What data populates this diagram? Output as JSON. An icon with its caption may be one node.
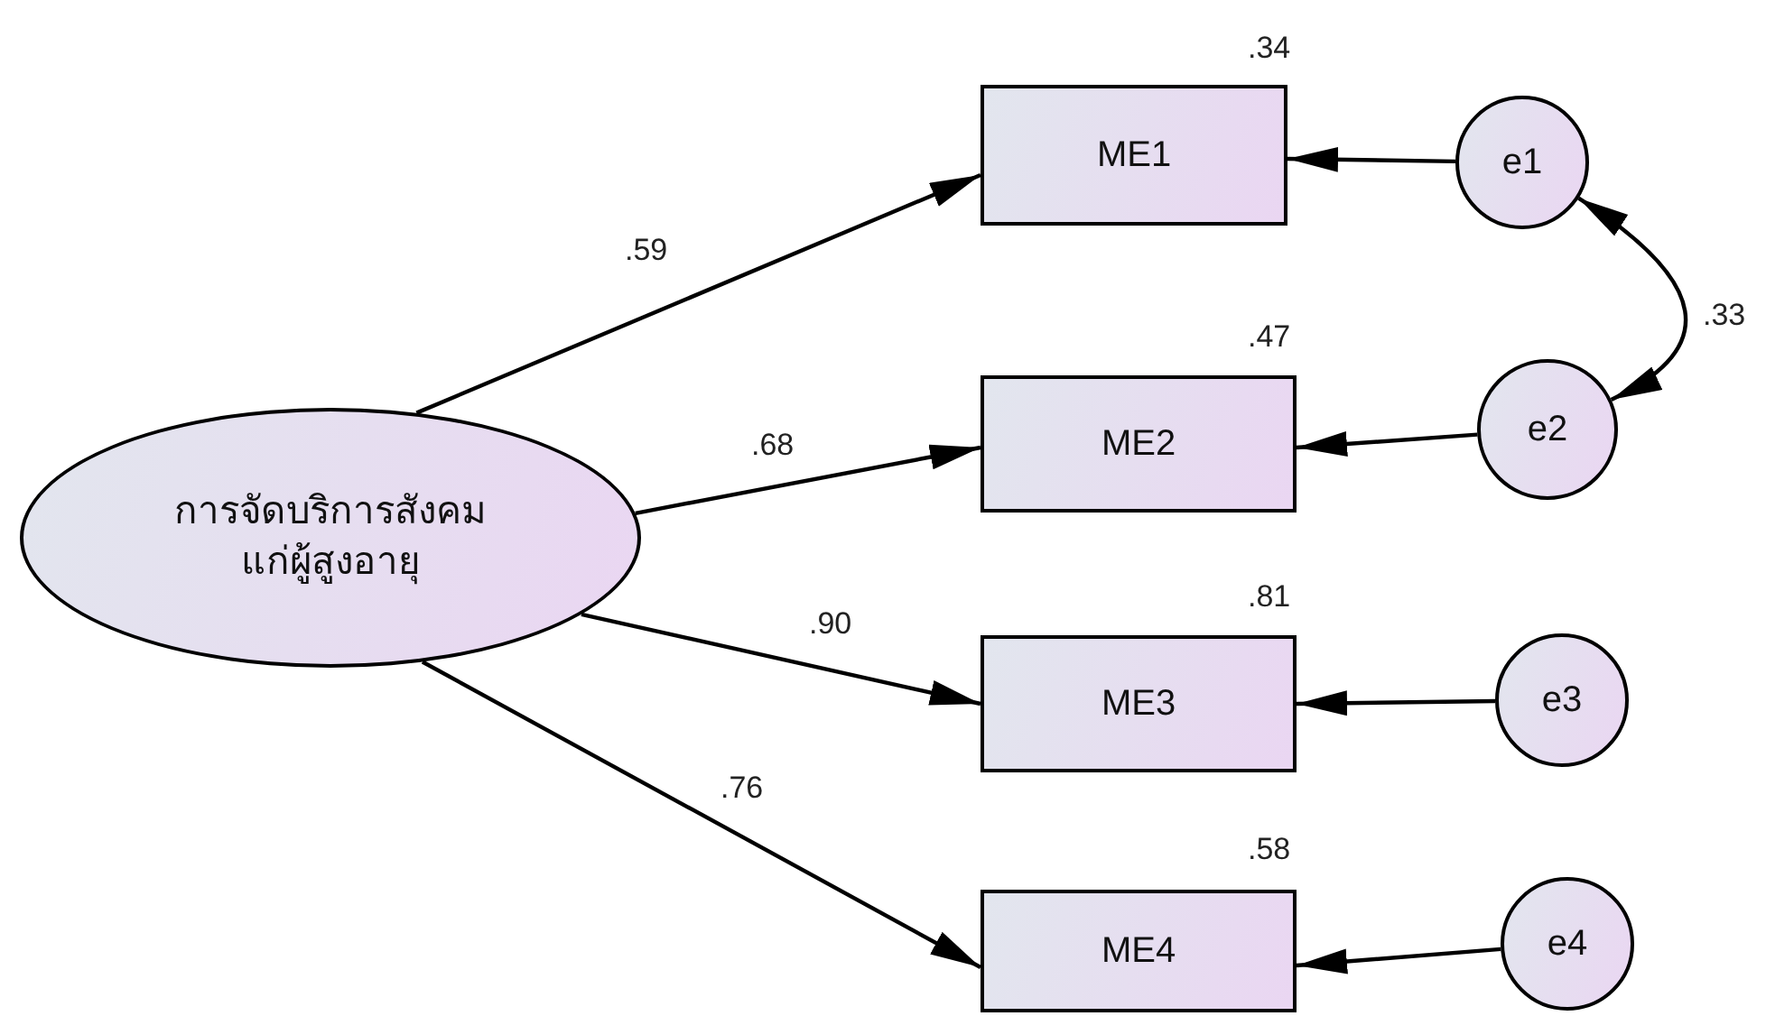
{
  "diagram": {
    "nodes": [
      {
        "text": [
          "การจัดบริการสังคม แก่ผู้สูงอายุ"
        ]
      },
      {
        "text": [
          "ME1"
        ],
        "beside": [
          ".34"
        ]
      },
      {
        "text": [
          "ME2"
        ],
        "beside": [
          ".47"
        ]
      },
      {
        "text": [
          "ME3"
        ],
        "beside": [
          ".81"
        ]
      },
      {
        "text": [
          "ME4"
        ],
        "beside": [
          ".58"
        ]
      },
      {
        "text": [
          "e1"
        ]
      },
      {
        "text": [
          "e2"
        ]
      },
      {
        "text": [
          "e3"
        ]
      },
      {
        "text": [
          "e4"
        ]
      }
    ],
    "edges": [
      {
        "from": 0,
        "to": 1,
        "arrow": "to",
        "label": ".59"
      },
      {
        "from": 0,
        "to": 2,
        "arrow": "to",
        "label": ".68"
      },
      {
        "from": 0,
        "to": 3,
        "arrow": "to",
        "label": ".90"
      },
      {
        "from": 0,
        "to": 4,
        "arrow": "to",
        "label": ".76"
      },
      {
        "from": 5,
        "to": 1,
        "arrow": "to"
      },
      {
        "from": 6,
        "to": 2,
        "arrow": "to"
      },
      {
        "from": 7,
        "to": 3,
        "arrow": "to"
      },
      {
        "from": 8,
        "to": 4,
        "arrow": "to"
      },
      {
        "from": 5,
        "to": 6,
        "arrow": "both",
        "label": ".33"
      }
    ]
  }
}
